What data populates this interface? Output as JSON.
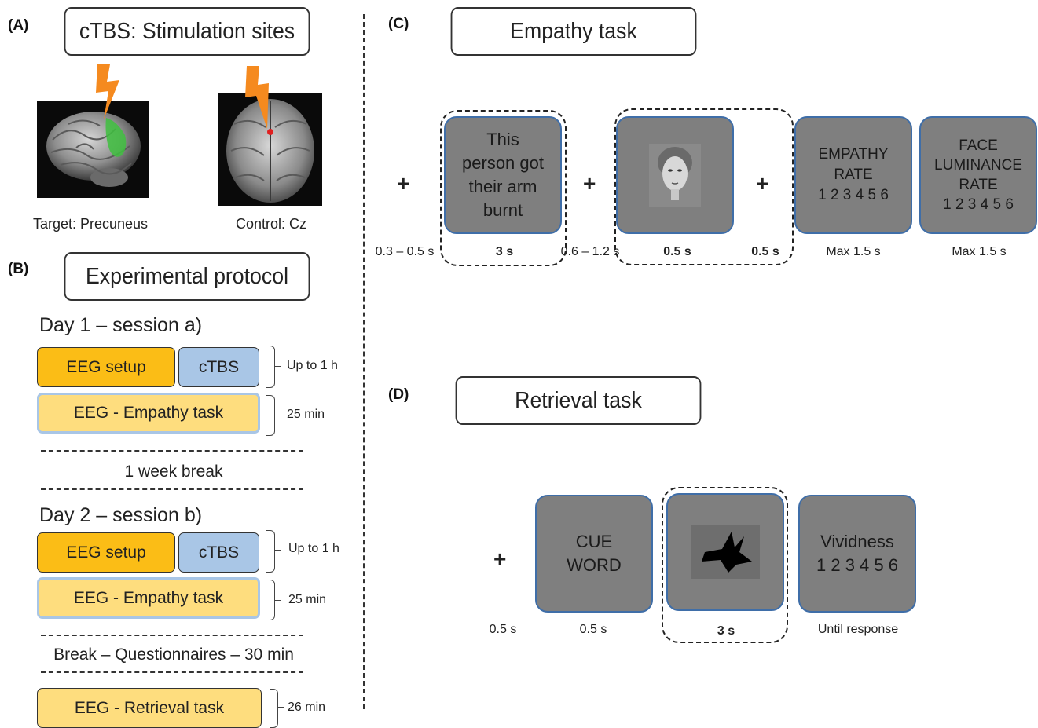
{
  "panels": {
    "a": {
      "letter": "(A)",
      "title": "cTBS: Stimulation sites",
      "target_caption": "Target: Precuneus",
      "control_caption": "Control: Cz"
    },
    "b": {
      "letter": "(B)",
      "title": "Experimental protocol",
      "day1": "Day 1 – session a)",
      "day2": "Day 2 – session b)",
      "eeg_setup": "EEG setup",
      "ctbs": "cTBS",
      "empathy_bar": "EEG - Empathy task",
      "retrieval_bar": "EEG - Retrieval task",
      "up_to_1h": "Up to 1 h",
      "min25": "25 min",
      "min26": "26 min",
      "week_break": "1 week break",
      "questionnaires": "Break – Questionnaires – 30 min"
    },
    "c": {
      "letter": "(C)",
      "title": "Empathy task",
      "fixation": "+",
      "sentence_lines": [
        "This",
        "person got",
        "their arm",
        "burnt"
      ],
      "empathy_lines": [
        "EMPATHY",
        "RATE",
        "1 2 3 4 5 6"
      ],
      "face_lines": [
        "FACE",
        "LUMINANCE",
        "RATE",
        "1 2 3 4 5 6"
      ],
      "timings": {
        "t1": "0.3 – 0.5 s",
        "t2": "3 s",
        "t3": "0.6 – 1.2 s",
        "t4": "0.5 s",
        "t5": "0.5 s",
        "t6": "Max 1.5 s",
        "t7": "Max 1.5 s"
      }
    },
    "d": {
      "letter": "(D)",
      "title": "Retrieval task",
      "fixation": "+",
      "cue_lines": [
        "CUE",
        "WORD"
      ],
      "vividness_lines": [
        "Vividness",
        "1 2 3 4 5 6"
      ],
      "timings": {
        "t1": "0.5 s",
        "t2": "0.5 s",
        "t3": "3 s",
        "t4": "Until response"
      }
    }
  },
  "colors": {
    "orange": "#fbbd16",
    "blue": "#a9c6e6",
    "yellow": "#fedd7e",
    "screen_gray": "#7f7f7f",
    "screen_border": "#3f6ea8",
    "stim_marker": "#e02020",
    "precuneus_highlight": "#3fbf3f",
    "bolt": "#f58a1f"
  }
}
